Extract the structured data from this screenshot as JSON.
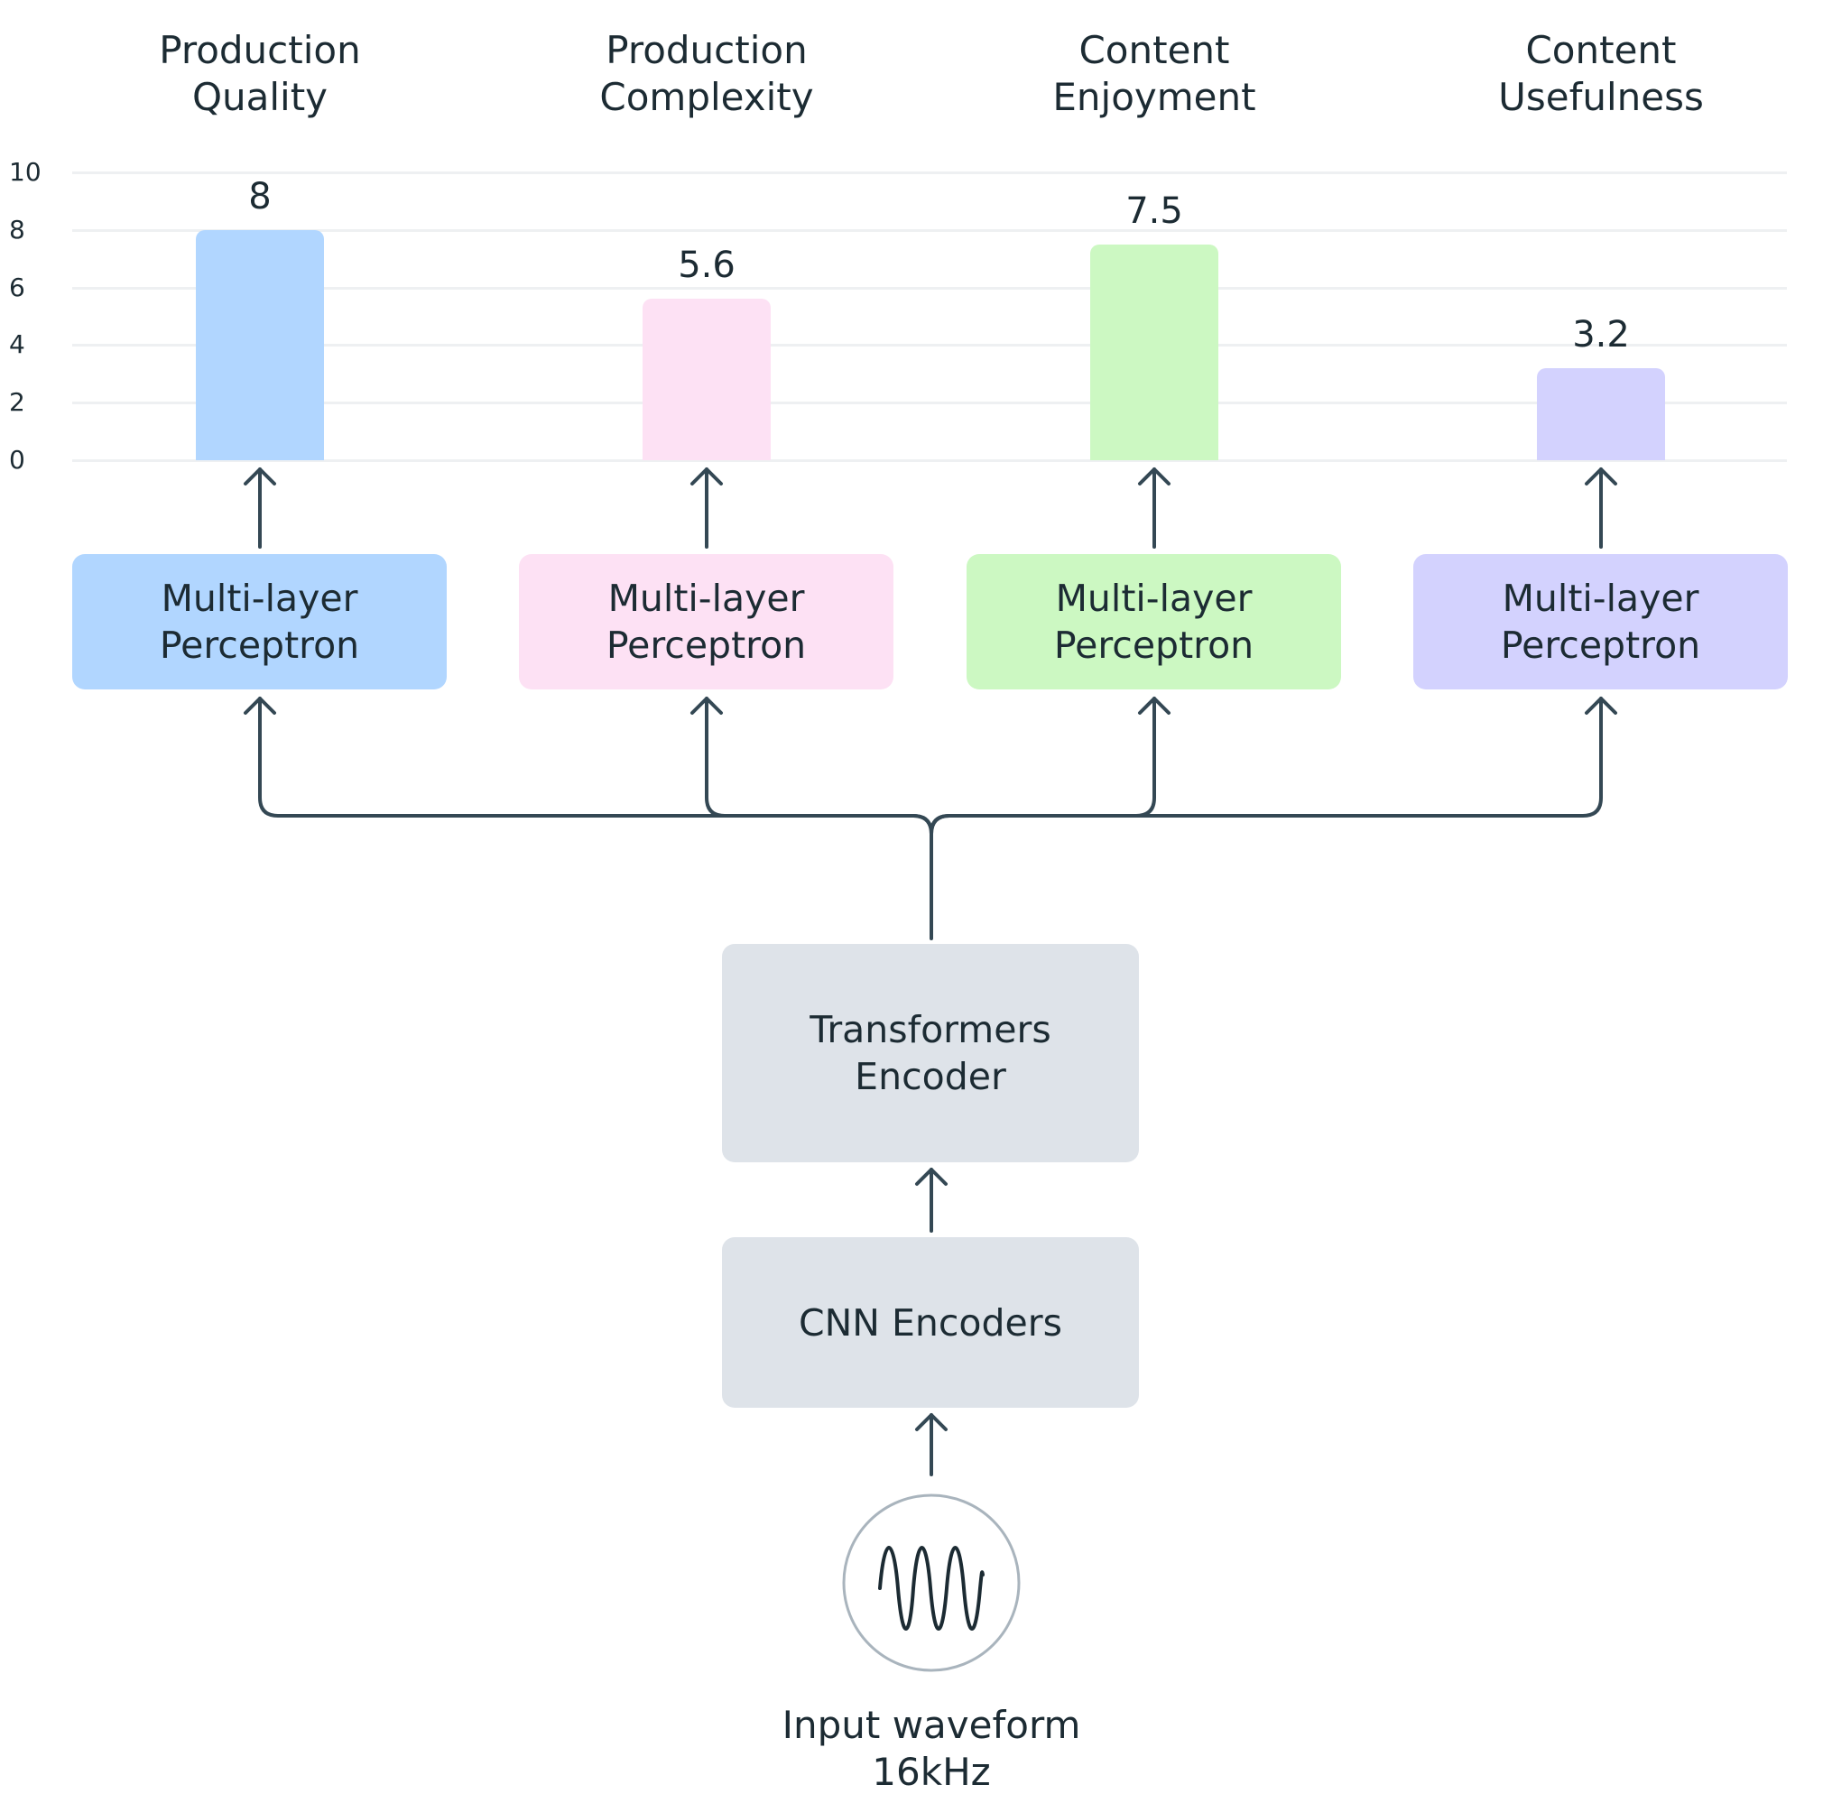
{
  "chart_data": {
    "type": "bar",
    "categories": [
      "Production\nQuality",
      "Production\nComplexity",
      "Content\nEnjoyment",
      "Content\nUsefulness"
    ],
    "values": [
      8,
      5.6,
      7.5,
      3.2
    ],
    "value_labels": [
      "8",
      "5.6",
      "7.5",
      "3.2"
    ],
    "ylim": [
      0,
      10
    ],
    "yticks": [
      "10",
      "8",
      "6",
      "4",
      "2",
      "0"
    ],
    "grid": true,
    "colors": [
      "#b1d6ff",
      "#fde1f4",
      "#ccf8c2",
      "#d3d2fe"
    ]
  },
  "diagram": {
    "mlp_label": "Multi-layer\nPerceptron",
    "transformers_label": "Transformers\nEncoder",
    "cnn_label": "CNN Encoders",
    "input_label": "Input waveform\n16kHz",
    "line_color": "#344854",
    "encoder_fill": "#dee3e9",
    "circle_stroke": "#a9b4bd"
  }
}
